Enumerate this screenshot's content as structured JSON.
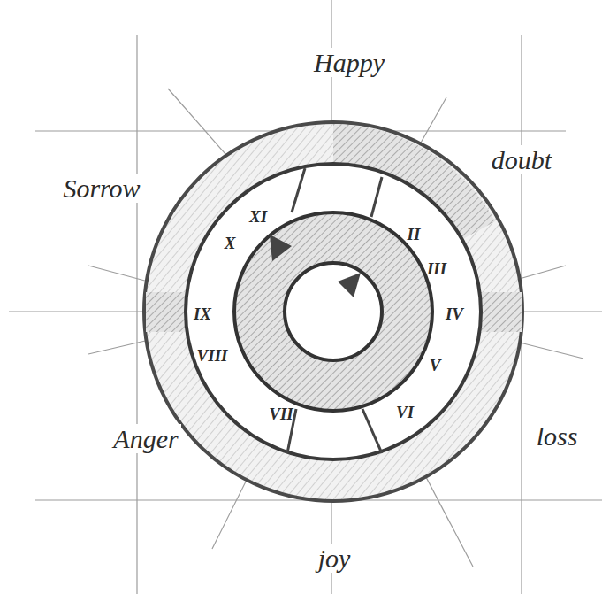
{
  "diagram": {
    "labels": [
      "Happy",
      "doubt",
      "Sorrow",
      "Anger",
      "loss",
      "joy",
      "XI",
      "X",
      "IX",
      "VIII",
      "VII",
      "VI",
      "V",
      "IV",
      "III",
      "II"
    ]
  }
}
